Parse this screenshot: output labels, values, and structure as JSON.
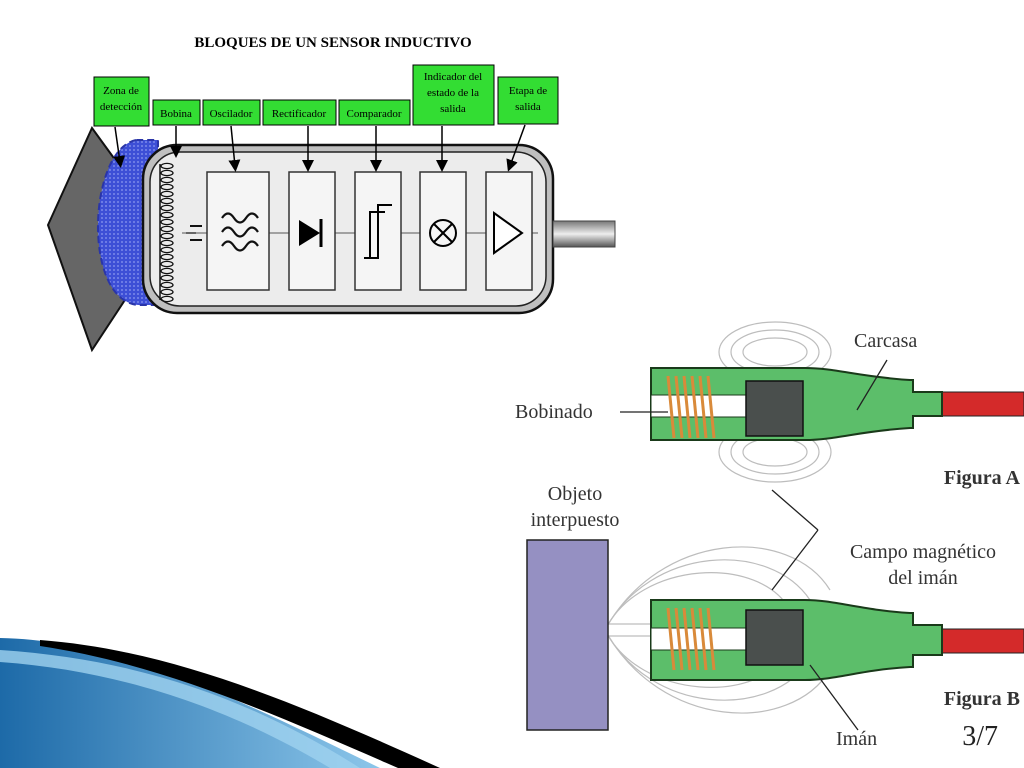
{
  "diagram1": {
    "title": "BLOQUES DE UN SENSOR INDUCTIVO",
    "labels": {
      "zona_l1": "Zona de",
      "zona_l2": "detección",
      "bobina": "Bobina",
      "oscilador": "Oscilador",
      "rectificador": "Rectificador",
      "comparador": "Comparador",
      "indicador_l1": "Indicador del",
      "indicador_l2": "estado de  la",
      "indicador_l3": "salida",
      "etapa_l1": "Etapa de",
      "etapa_l2": "salida"
    }
  },
  "diagram2": {
    "carcasa": "Carcasa",
    "bobinado": "Bobinado",
    "figura_a": "Figura A",
    "objeto_l1": "Objeto",
    "objeto_l2": "interpuesto",
    "campo_l1": "Campo magnético",
    "campo_l2": "del imán",
    "figura_b": "Figura B",
    "iman": "Imán"
  },
  "slide": {
    "page_number": "3/7"
  },
  "colors": {
    "label_green": "#33dd33",
    "housing_green": "#5cbe6a",
    "coil_orange": "#d98a3a",
    "object_purple": "#9590c2",
    "field_blue": "#4a5fd0",
    "slide_accent": "#2b86c4"
  }
}
